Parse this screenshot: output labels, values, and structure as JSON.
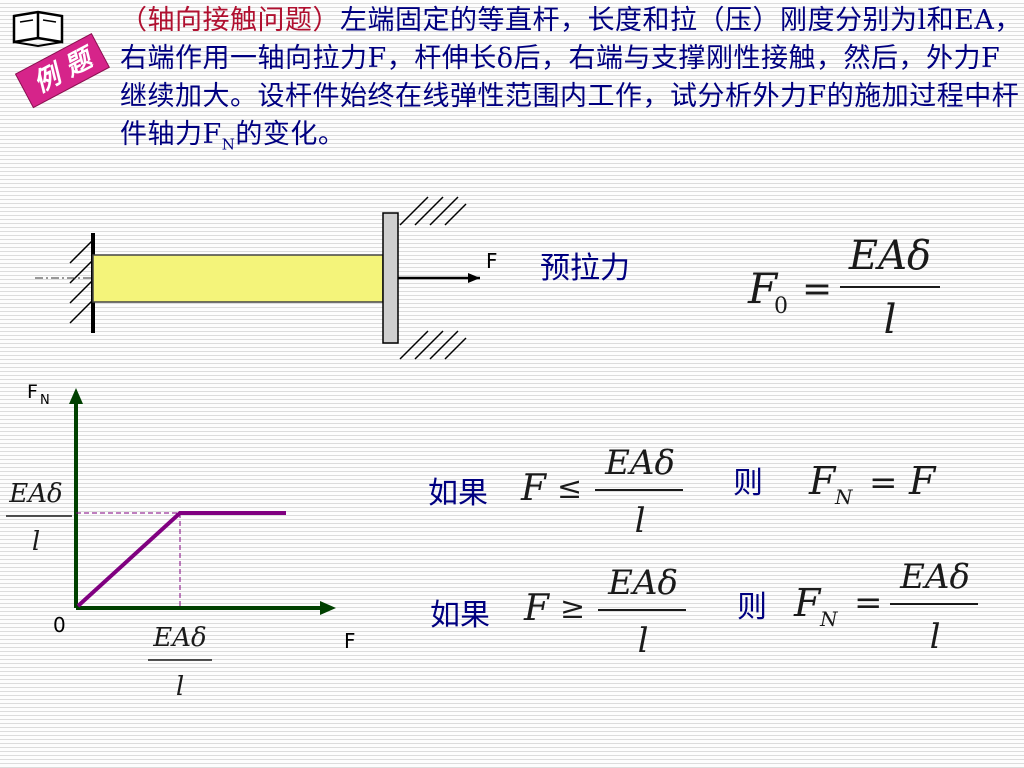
{
  "badge": {
    "label": "例 题",
    "bg_color": "#d6248a",
    "text_color": "#ffffff"
  },
  "problem": {
    "tag": "（轴向接触问题）",
    "text_before_sub": "左端固定的等直杆，长度和拉（压）刚度分别为l和EA，右端作用一轴向拉力F，杆伸长δ后，右端与支撑刚性接触，然后，外力F继续加大。设杆件始终在线弹性范围内工作，试分析外力F的施加过程中杆件轴力F",
    "sub": "N",
    "text_after_sub": "的变化。",
    "text_color": "#000080",
    "tag_color": "#b01030"
  },
  "figure": {
    "force_label": "F",
    "prestretch_label": "预拉力",
    "rod_color": "#f4f47a",
    "wall_color": "#cfcfcf"
  },
  "formula_f0": {
    "lhs": "F",
    "lhs_sub": "0",
    "eq": "=",
    "num": "EAδ",
    "den": "l"
  },
  "graph": {
    "y_axis_label": "F",
    "y_axis_sub": "N",
    "x_axis_label": "F",
    "origin": "0",
    "y_mark_num": "EAδ",
    "y_mark_den": "l",
    "x_mark_num": "EAδ",
    "x_mark_den": "l",
    "axis_color": "#004000",
    "line_color": "#800080"
  },
  "cases": [
    {
      "if": "如果",
      "var": "F",
      "rel": "≤",
      "num": "EAδ",
      "den": "l",
      "then": "则",
      "res_lhs": "F",
      "res_sub": "N",
      "res_eq": "=",
      "res_rhs": "F"
    },
    {
      "if": "如果",
      "var": "F",
      "rel": "≥",
      "num": "EAδ",
      "den": "l",
      "then": "则",
      "res_lhs": "F",
      "res_sub": "N",
      "res_eq": "=",
      "res_num": "EAδ",
      "res_den": "l"
    }
  ]
}
